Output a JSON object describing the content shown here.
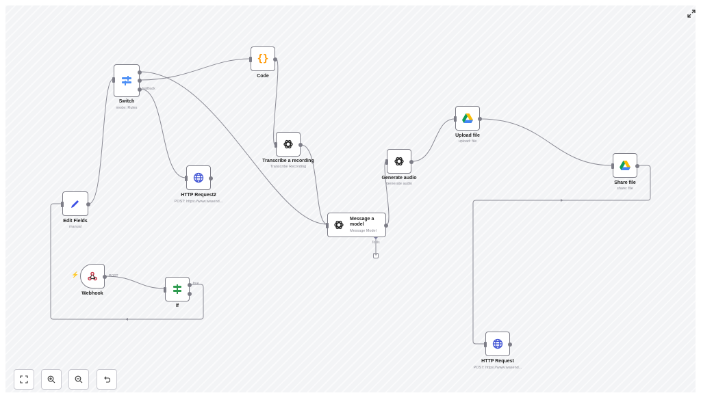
{
  "nodes": {
    "switch": {
      "label": "Switch",
      "sub": "mode: Rules",
      "icon": "switch-icon"
    },
    "code": {
      "label": "Code",
      "icon": "code-braces-icon"
    },
    "transcribe": {
      "label": "Transcribe a recording",
      "sub": "Transcribe Recording",
      "icon": "openai-icon"
    },
    "http2": {
      "label": "HTTP Request2",
      "sub": "POST: https://www.wasend...",
      "icon": "globe-icon"
    },
    "edit": {
      "label": "Edit Fields",
      "sub": "manual",
      "icon": "pencil-icon"
    },
    "message": {
      "title": "Message a model",
      "sub": "Message Model",
      "icon": "openai-icon"
    },
    "generate": {
      "label": "Generate audio",
      "sub": "Generate audio",
      "icon": "openai-icon"
    },
    "upload": {
      "label": "Upload file",
      "sub": "upload: file",
      "icon": "google-drive-icon"
    },
    "share": {
      "label": "Share file",
      "sub": "share: file",
      "icon": "google-drive-icon"
    },
    "webhook": {
      "label": "Webhook",
      "icon": "webhook-icon"
    },
    "if": {
      "label": "If",
      "icon": "if-icon"
    },
    "http": {
      "label": "HTTP Request",
      "sub": "POST: https://www.wasend...",
      "icon": "globe-icon"
    }
  },
  "port_labels": {
    "fallback": "Fallback",
    "post": "POST",
    "true": "true",
    "tools": "Tools"
  },
  "controls": {
    "fit": "fit-view-icon",
    "zoom_in": "zoom-in-icon",
    "zoom_out": "zoom-out-icon",
    "undo": "undo-icon"
  },
  "colors": {
    "edge": "#8a8a94",
    "canvas": "#f3f4f6",
    "switch_blue": "#4d8ff5",
    "code_orange": "#ff9800",
    "edit_blue": "#3b4fe4",
    "if_green": "#2e9b4f",
    "globe_blue": "#4255d4",
    "trigger_bolt": "#ff6d5a"
  }
}
